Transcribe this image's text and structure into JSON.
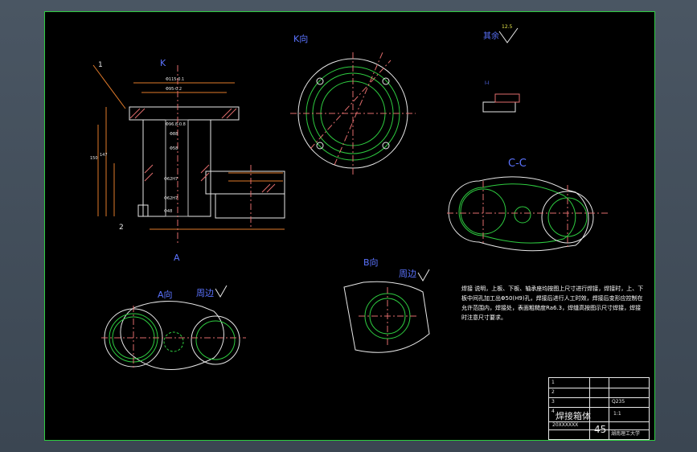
{
  "views": {
    "section_label": "K",
    "k_view": "K向",
    "surface_roughness": "其余",
    "roughness_value": "12.5",
    "detail_label": "I-I",
    "cc_view": "C-C",
    "a_marker": "A",
    "a_view": "A向",
    "b_view": "B向",
    "weld_all_around_a": "周边",
    "weld_all_around_b": "周边",
    "callout_1": "1",
    "callout_2": "2"
  },
  "dimensions": {
    "d1": "Φ115-0.1",
    "d2": "Φ95-0.2",
    "d3": "Φ96.8-0.8",
    "d4": "Φ88",
    "d5": "Φ58",
    "d6": "Φ62H7",
    "d7": "Φ62H7",
    "d8": "Φ48",
    "h1": "147",
    "h2": "150"
  },
  "notes": {
    "text": "焊接 说明，上板、下板、轴承座均按图上尺寸进行焊接，焊接时，上、下板中间孔加工出Φ50(H9)孔，焊接后进行人工时效，焊接后变形应控制在允许范围内，焊接处，表面粗糙度Ra6.3，焊缝高按图示尺寸焊接，焊接时注意尺寸要求。"
  },
  "title_block": {
    "title": "焊接箱体",
    "sheet_number": "45",
    "school": "湖南理工大学",
    "scale": "1:1",
    "material": "Q235",
    "drawing_no": "20XXXXXX",
    "rows": [
      "1",
      "2",
      "3",
      "4"
    ]
  }
}
